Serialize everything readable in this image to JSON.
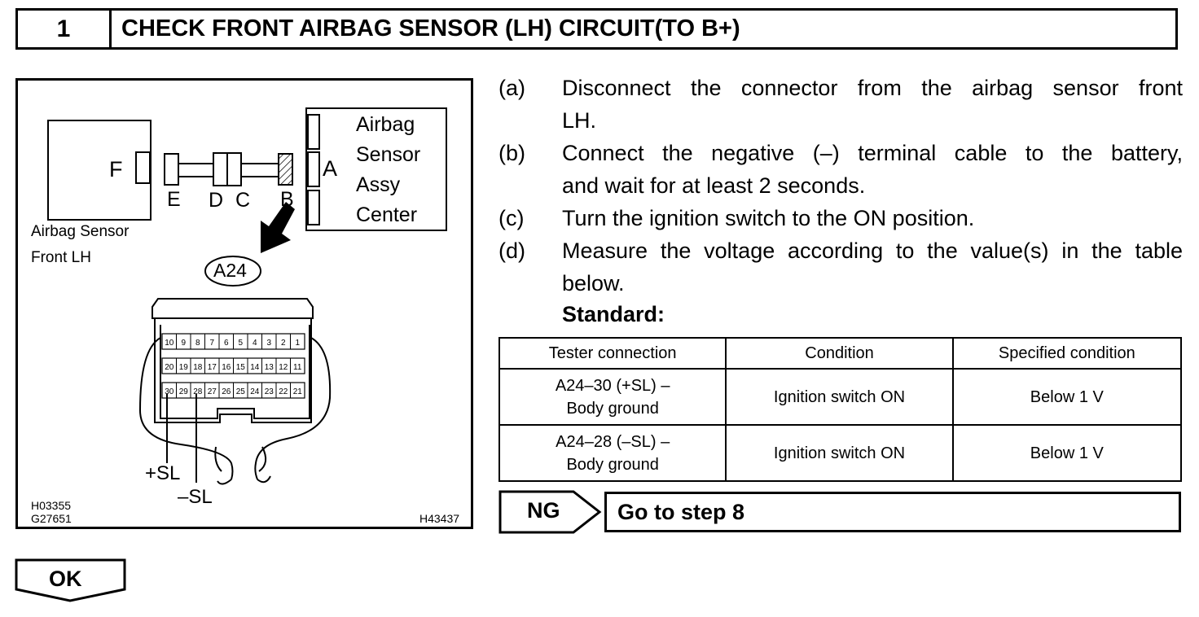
{
  "step": {
    "number": "1",
    "title": "CHECK FRONT AIRBAG SENSOR (LH) CIRCUIT(TO B+)"
  },
  "diagram": {
    "labels": {
      "F": "F",
      "E": "E",
      "D": "D",
      "C": "C",
      "B": "B",
      "A": "A",
      "center_line1": "Airbag",
      "center_line2": "Sensor",
      "center_line3": "Assy",
      "center_line4": "Center",
      "front_line1": "Airbag Sensor",
      "front_line2": "Front LH",
      "connector": "A24",
      "plus_sl": "+SL",
      "minus_sl": "–SL",
      "code1": "H03355",
      "code2": "G27651",
      "code3": "H43437"
    },
    "pins_row1": [
      "10",
      "9",
      "8",
      "7",
      "6",
      "5",
      "4",
      "3",
      "2",
      "1"
    ],
    "pins_row2": [
      "20",
      "19",
      "18",
      "17",
      "16",
      "15",
      "14",
      "13",
      "12",
      "11"
    ],
    "pins_row3": [
      "30",
      "29",
      "28",
      "27",
      "26",
      "25",
      "24",
      "23",
      "22",
      "21"
    ]
  },
  "instructions": [
    {
      "letter": "(a)",
      "line1": "Disconnect the connector from the airbag sensor front",
      "line2": "LH."
    },
    {
      "letter": "(b)",
      "line1": "Connect the negative (–) terminal cable to the battery,",
      "line2": "and wait for at least 2 seconds."
    },
    {
      "letter": "(c)",
      "line1": "Turn the ignition switch to the ON position.",
      "line2": ""
    },
    {
      "letter": "(d)",
      "line1": "Measure the voltage according to the value(s) in the table",
      "line2": "below."
    }
  ],
  "standard_label": "Standard:",
  "table": {
    "headers": [
      "Tester connection",
      "Condition",
      "Specified condition"
    ],
    "rows": [
      {
        "conn1": "A24–30 (+SL) –",
        "conn2": "Body ground",
        "condition": "Ignition switch ON",
        "spec": "Below 1 V"
      },
      {
        "conn1": "A24–28 (–SL) –",
        "conn2": "Body ground",
        "condition": "Ignition switch ON",
        "spec": "Below 1 V"
      }
    ]
  },
  "ng": {
    "label": "NG",
    "text": "Go to step 8"
  },
  "ok": {
    "label": "OK"
  }
}
